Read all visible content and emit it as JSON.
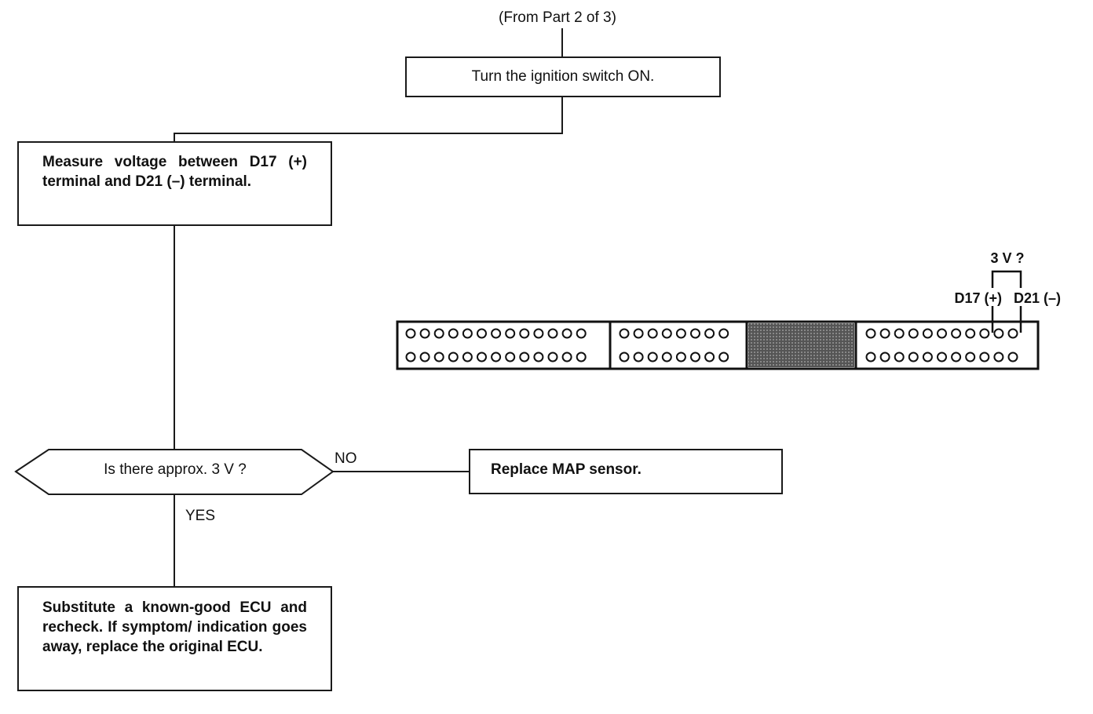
{
  "flowchart": {
    "entry_ref": "(From Part 2 of 3)",
    "step1": "Turn the ignition switch ON.",
    "step2": "Measure voltage between D17 (+) terminal and D21 (–) terminal.",
    "decision": "Is there approx. 3 V ?",
    "no_label": "NO",
    "yes_label": "YES",
    "no_action": "Replace MAP sensor.",
    "yes_action": "Substitute a known-good ECU and recheck. If symptom/ indication goes away, replace the original ECU."
  },
  "connector": {
    "measure_label": "3 V ?",
    "pin_pos_label": "D17 (+)",
    "pin_neg_label": "D21 (–)"
  }
}
